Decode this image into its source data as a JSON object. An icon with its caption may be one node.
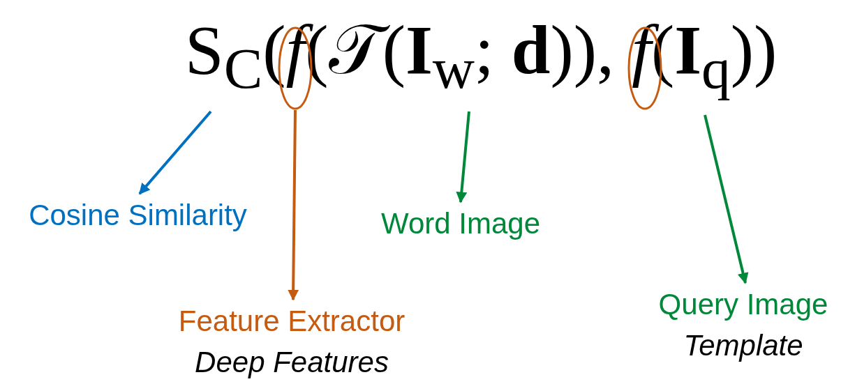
{
  "diagram": {
    "nodes": [
      {
        "text": [
          "S$_{C}$(*f*(𝒯(**I**$_{w}$; **d**)), *f*(**I**$_{q}$))"
        ]
      },
      {
        "text": [],
        "shape": "circle",
        "in": 0
      },
      {
        "text": [],
        "shape": "circle",
        "in": 0
      },
      {
        "text": [
          "Cosine Similarity"
        ]
      },
      {
        "text": [
          "Feature Extractor",
          "Deep Features"
        ]
      },
      {
        "text": [
          "Word Image"
        ]
      },
      {
        "text": [
          "Query Image",
          "Template"
        ]
      }
    ],
    "edges": [
      {
        "from": 0,
        "to": 3,
        "arrow": "to",
        "color": "#0070c0"
      },
      {
        "from": 1,
        "to": 4,
        "arrow": "to",
        "color": "#c55a11"
      },
      {
        "from": 0,
        "to": 5,
        "arrow": "to",
        "color": "#00883a"
      },
      {
        "from": 0,
        "to": 6,
        "arrow": "to",
        "color": "#00883a"
      }
    ]
  }
}
